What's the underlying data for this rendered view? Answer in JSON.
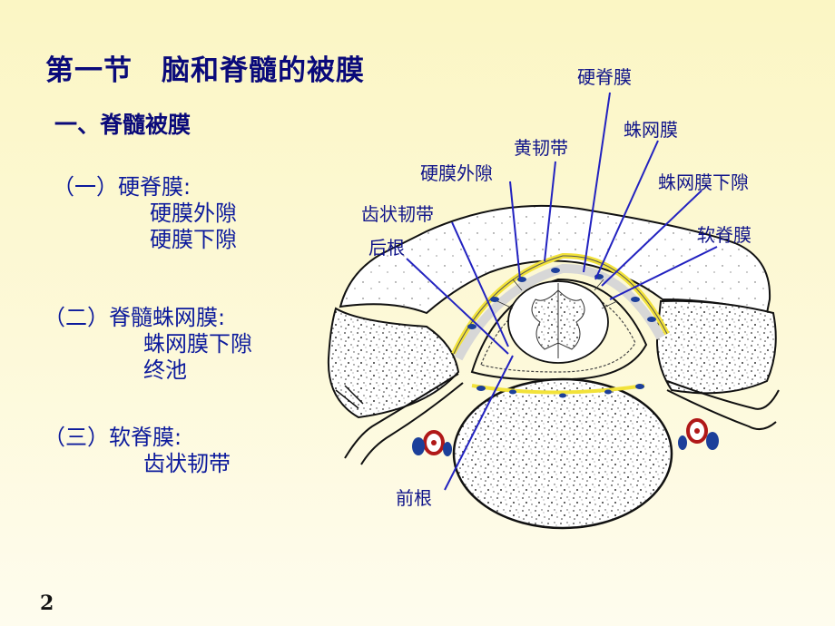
{
  "slide": {
    "title": "第一节　脑和脊髓的被膜",
    "subtitle": "一、脊髓被膜",
    "page_number": "2"
  },
  "sections": [
    {
      "heading": "（一）硬脊膜:",
      "items": [
        "硬膜外隙",
        "硬膜下隙"
      ]
    },
    {
      "heading": "（二）脊髓蛛网膜:",
      "items": [
        "蛛网膜下隙",
        "终池"
      ]
    },
    {
      "heading": "（三）软脊膜:",
      "items": [
        "齿状韧带"
      ]
    }
  ],
  "diagram_labels": {
    "dura": "硬脊膜",
    "arachnoid": "蛛网膜",
    "ligamentum_flavum": "黄韧带",
    "epidural_space": "硬膜外隙",
    "subarachnoid_space": "蛛网膜下隙",
    "denticulate_ligament": "齿状韧带",
    "pia": "软脊膜",
    "posterior_root": "后根",
    "anterior_root": "前根"
  },
  "colors": {
    "title_text": "#0a0a7a",
    "body_text": "#0c1a9c",
    "leader_lines": "#2222c0",
    "ligament_yellow": "#f2e23a",
    "vessel_blue": "#1c3f9a",
    "vessel_red": "#b01818"
  }
}
